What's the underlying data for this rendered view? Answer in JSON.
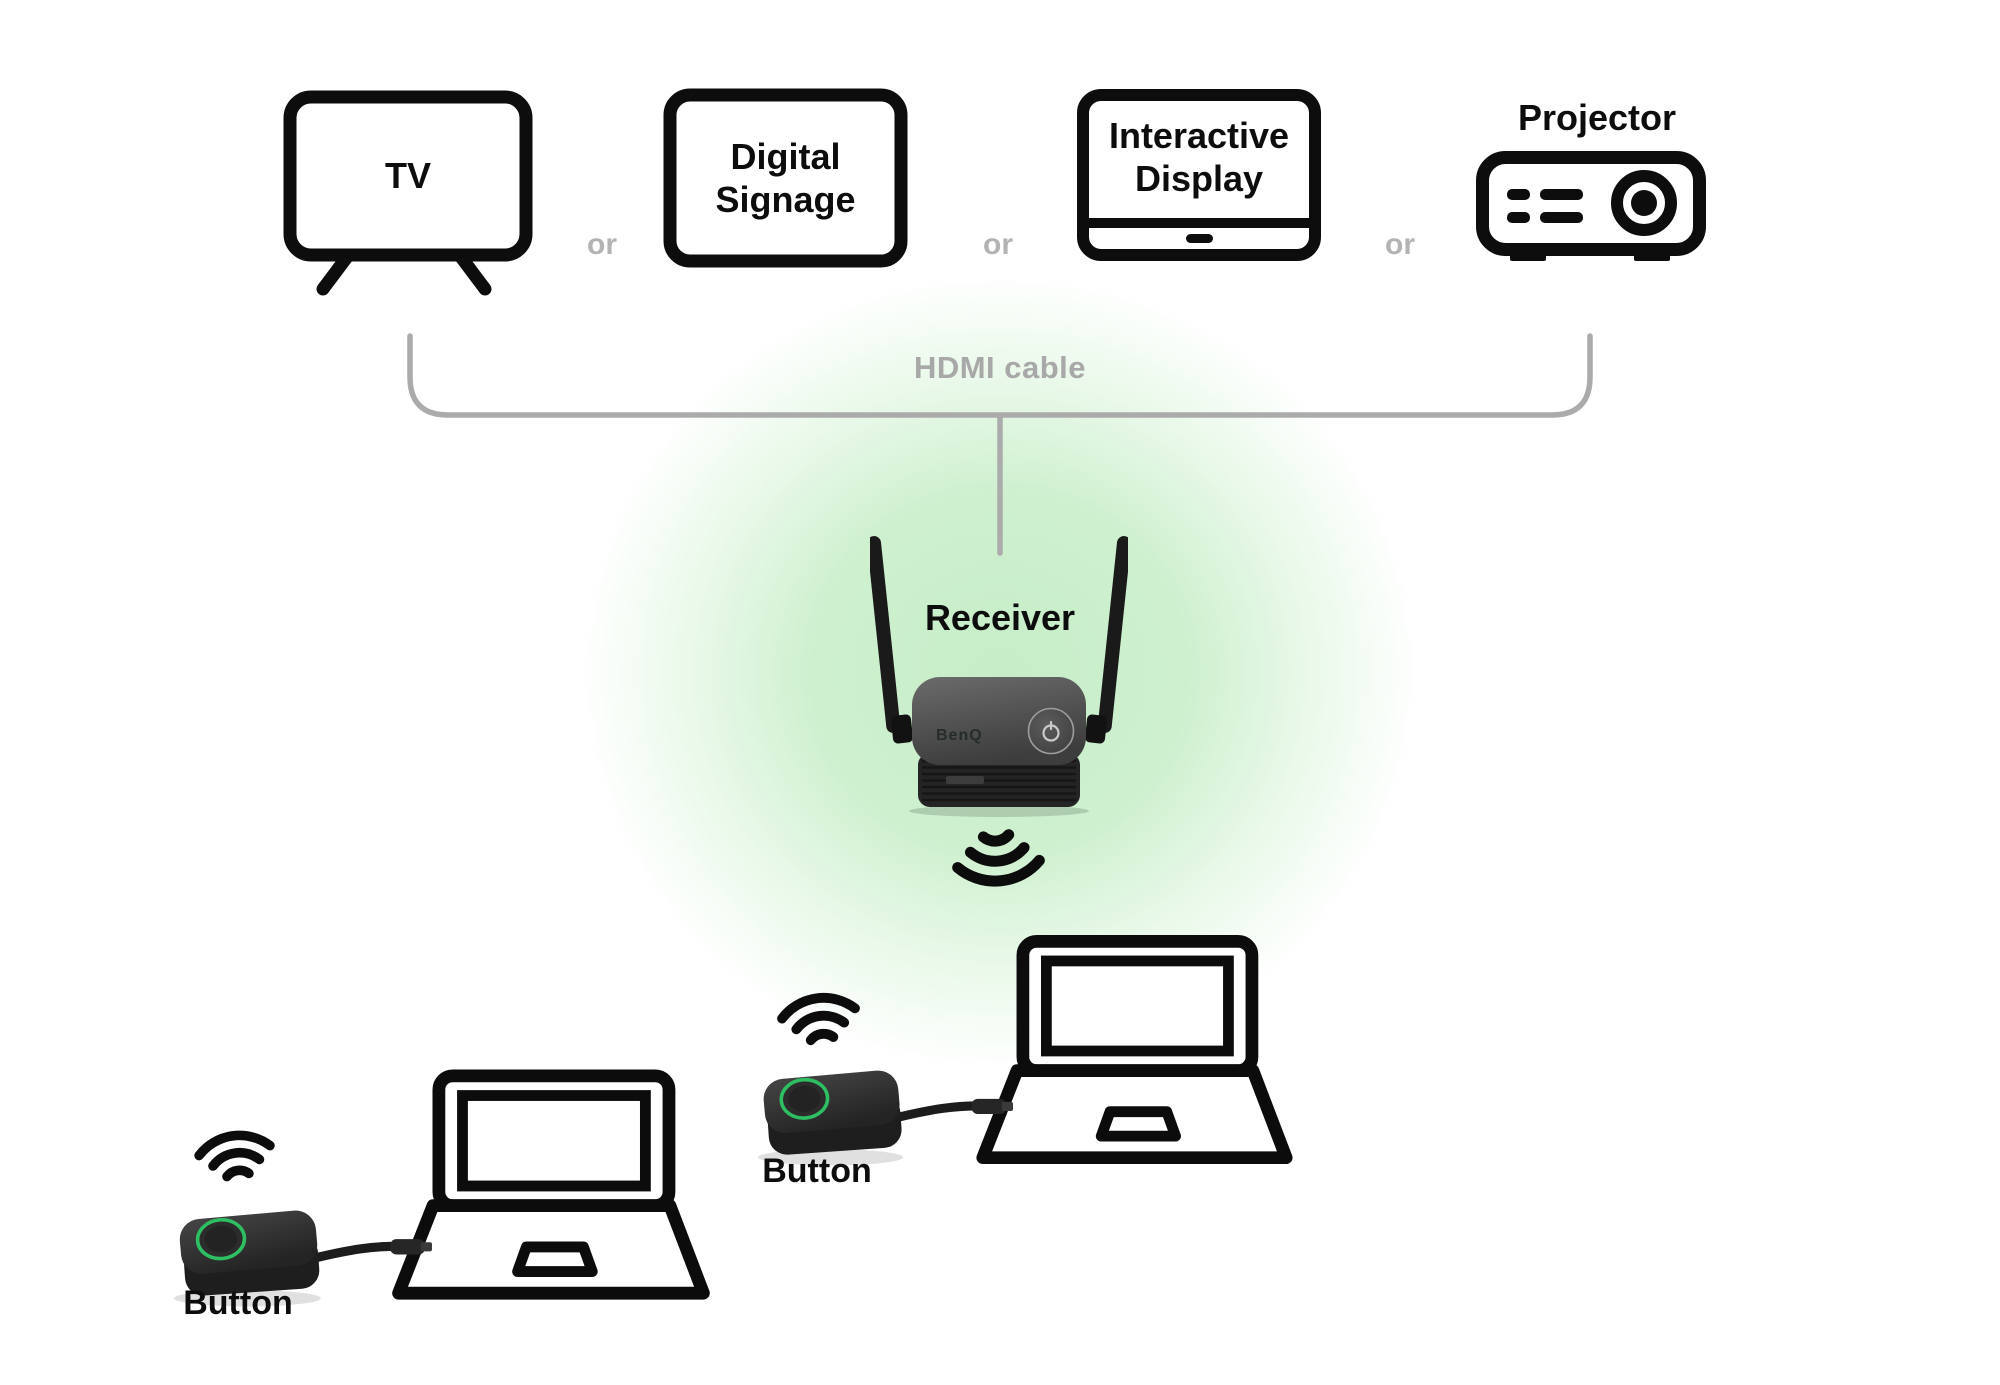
{
  "displays": {
    "tv": {
      "label": "TV"
    },
    "digital_signage": {
      "line1": "Digital",
      "line2": "Signage"
    },
    "interactive_display": {
      "line1": "Interactive",
      "line2": "Display"
    },
    "projector": {
      "label": "Projector"
    },
    "separator": "or"
  },
  "connection": {
    "cable_label": "HDMI cable"
  },
  "receiver": {
    "label": "Receiver",
    "brand_logo": "BenQ"
  },
  "transmitters": {
    "right": {
      "label": "Button"
    },
    "left": {
      "label": "Button"
    }
  },
  "icons": {
    "tv": "tv-icon",
    "digital_signage": "digital-signage-icon",
    "interactive_display": "interactive-display-icon",
    "projector": "projector-icon",
    "hdmi_bracket": "hdmi-bracket-line",
    "receiver": "receiver-device-icon",
    "wifi_down": "wifi-signal-down-icon",
    "wifi_up": "wifi-signal-up-icon",
    "laptop": "laptop-icon",
    "button_device": "button-transmitter-icon",
    "power": "power-button-icon"
  },
  "colors": {
    "line_art": "#0d0d0d",
    "or_gray": "#b3b3b3",
    "bracket_gray": "#ababab",
    "glow_green": "#c8efc9",
    "indicator_green": "#2fbf63",
    "device_dark": "#242424"
  }
}
